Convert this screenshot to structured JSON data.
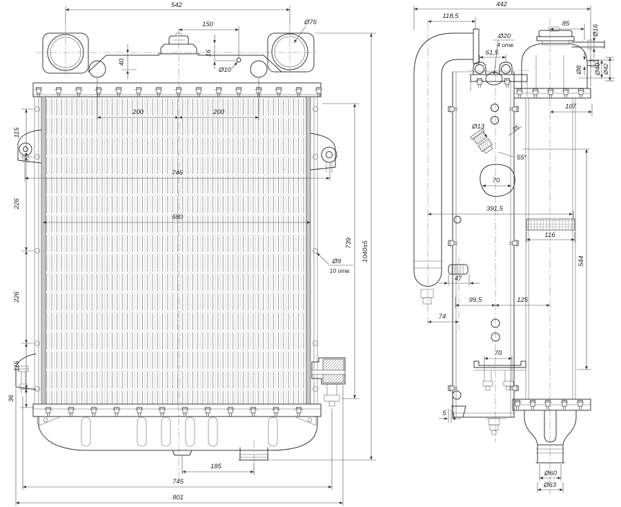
{
  "meta": {
    "background": "#ffffff",
    "line_color": "#333333",
    "drawing_type": "radiator engineering drawing, two views"
  },
  "front": {
    "d542": "542",
    "d150": "150",
    "d76": "Ø76",
    "d40": "40",
    "d16": "16",
    "d10": "Ø10",
    "d200a": "200",
    "d200b": "200",
    "d746": "746",
    "d680": "680",
    "d9": "Ø9",
    "d9n": "10 отв.",
    "d739": "739",
    "d1040": "1040±5",
    "d115a": "115",
    "d226a": "226",
    "d226b": "226",
    "d115b": "115",
    "d36": "36",
    "d185": "185",
    "d745": "745",
    "d801": "801"
  },
  "side": {
    "d442": "442",
    "d1185": "118,5",
    "d20": "Ø20",
    "d20n": "4 отв.",
    "d615": "61,5",
    "d85": "85",
    "d16": "Ø16",
    "d8": "Ø8",
    "d40": "Ø40",
    "d42": "Ø42",
    "d107": "107",
    "d13": "Ø13",
    "d25": "25",
    "d55": "55°",
    "d70a": "70",
    "d3915": "391,5",
    "d116": "116",
    "d544": "544",
    "d47": "47",
    "d995": "99,5",
    "d125": "125",
    "d74": "74",
    "d70b": "70",
    "d5": "5",
    "d60": "Ø60",
    "d63": "Ø63"
  }
}
